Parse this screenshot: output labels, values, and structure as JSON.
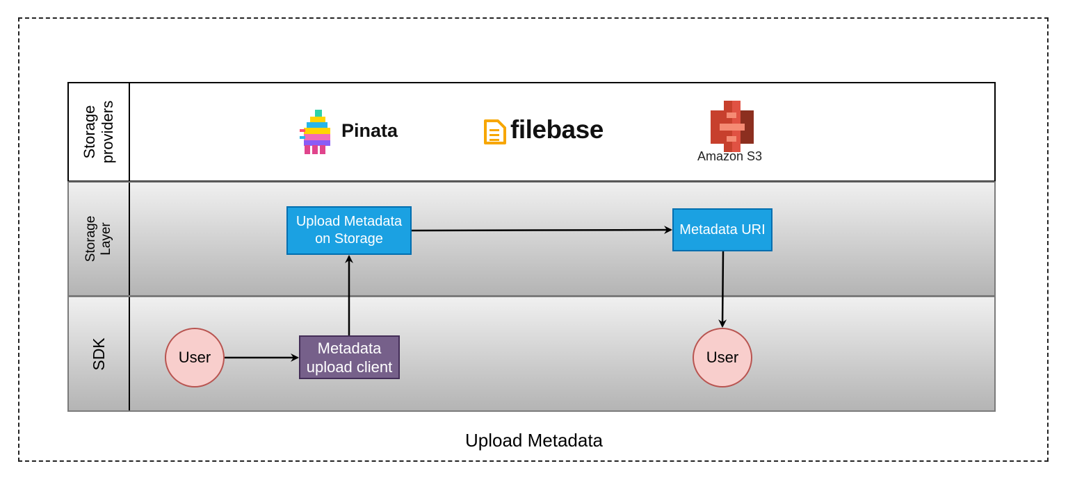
{
  "lanes": {
    "providers": "Storage\nproviders",
    "storage": "Storage\nLayer",
    "sdk": "SDK"
  },
  "providers": {
    "pinata": "Pinata",
    "filebase": "filebase",
    "s3": "Amazon S3"
  },
  "nodes": {
    "upload_storage": "Upload Metadata\non Storage",
    "metadata_uri": "Metadata URI",
    "upload_client": "Metadata\nupload client",
    "user_left": "User",
    "user_right": "User"
  },
  "caption": "Upload Metadata",
  "colors": {
    "blue_fill": "#1ba1e2",
    "purple_fill": "#76608a",
    "user_fill": "#f8cecc",
    "user_stroke": "#b85450",
    "s3_red": "#c7402d",
    "filebase_orange": "#f7a600"
  },
  "icons": [
    "pinata-llama-icon",
    "filebase-document-icon",
    "amazon-s3-bucket-icon"
  ]
}
